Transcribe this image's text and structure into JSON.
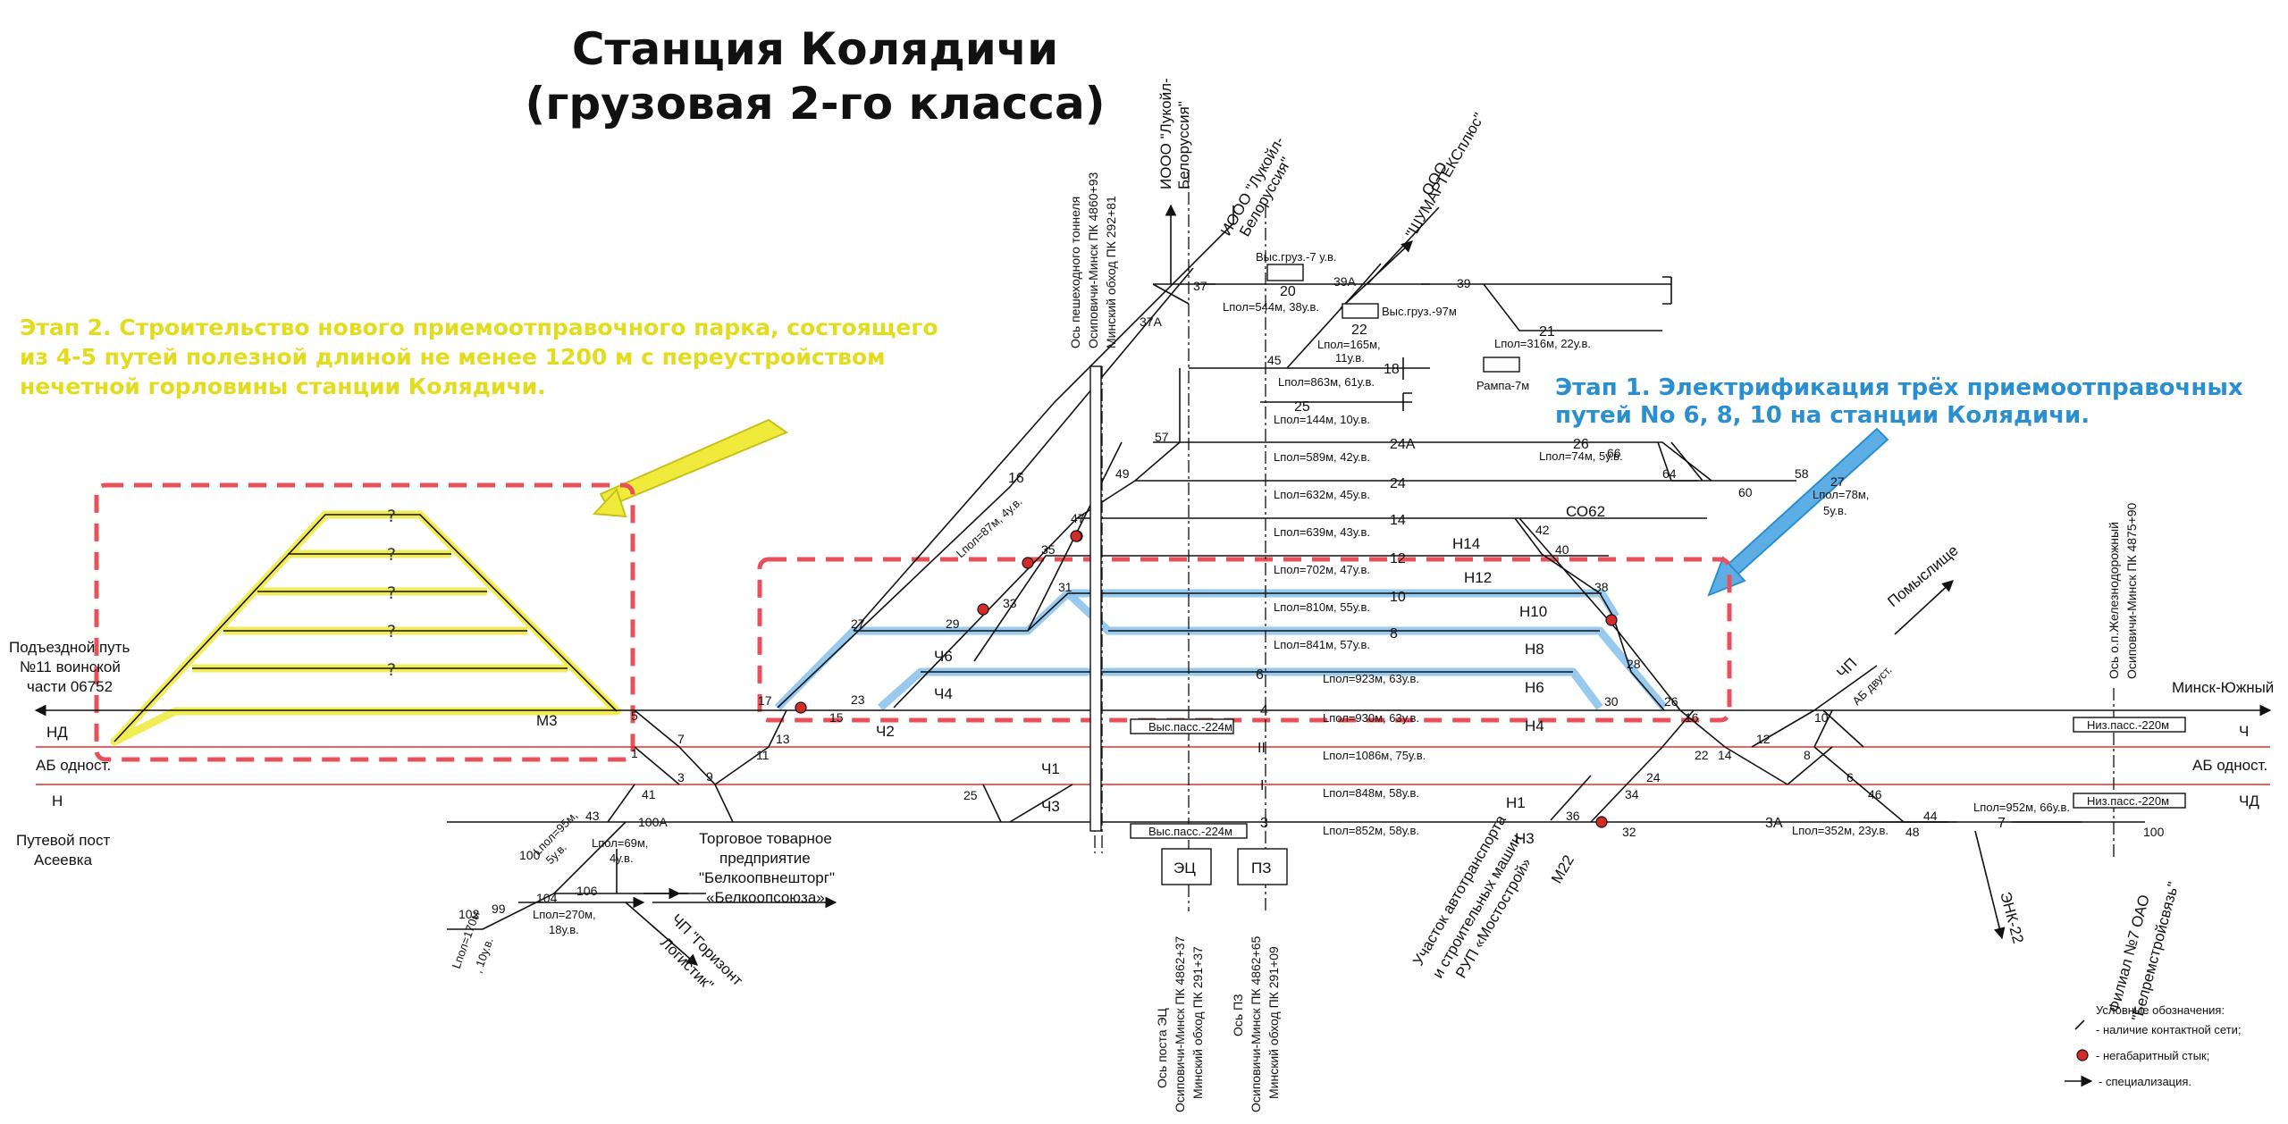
{
  "title": {
    "line1": "Станция Колядичи",
    "line2": "(грузовая 2-го класса)"
  },
  "stage2": {
    "lines": [
      "Этап 2. Строительство нового приемоотправочного парка, состоящего",
      "из 4-5 путей полезной длиной не менее 1200 м с переустройством",
      "нечетной горловины станции Колядичи."
    ],
    "color": "#e3dc1e",
    "new_tracks": [
      "?",
      "?",
      "?",
      "?",
      "?"
    ]
  },
  "stage1": {
    "lines": [
      "Этап 1. Электрификация трёх приемоотправочных",
      "путей No 6, 8, 10 на станции Колядичи."
    ],
    "color": "#2a8fd0"
  },
  "track_numbers": {
    "t20": "20",
    "t22": "22",
    "t18": "18",
    "t25": "25",
    "t24a": "24А",
    "t24": "24",
    "t14": "14",
    "t12": "12",
    "t10": "10",
    "t8": "8",
    "t6": "6",
    "t4": "4",
    "tII": "II",
    "tI": "I",
    "t3": "3",
    "t21": "21",
    "t26": "26",
    "t16": "16",
    "t3a": "3А",
    "t7": "7"
  },
  "track_lengths": {
    "t20": "Lпол=544м, 38у.в.",
    "t22": "Lпол=165м,",
    "t22b": "11у.в.",
    "t21": "Lпол=316м, 22у.в.",
    "t18": "Lпол=863м, 61у.в.",
    "t25": "Lпол=144м, 10у.в.",
    "t24a": "Lпол=589м, 42у.в.",
    "t26": "Lпол=74м, 5у.в.",
    "t24": "Lпол=632м, 45у.в.",
    "t27": "Lпол=78м,",
    "t27b": "5у.в.",
    "t14": "Lпол=639м, 43у.в.",
    "t12": "Lпол=702м, 47у.в.",
    "t10": "Lпол=810м, 55у.в.",
    "t8": "Lпол=841м, 57у.в.",
    "t6": "Lпол=923м, 63у.в.",
    "t4": "Lпол=930м, 63у.в.",
    "tI": "Lпол=1086м, 75у.в.",
    "tII": "Lпол=848м, 58у.в.",
    "t3": "Lпол=852м, 58у.в.",
    "t3a": "Lпол=352м, 23у.в.",
    "t7": "Lпол=952м, 66у.в.",
    "t16": "Lпол=87м, 4у.в.",
    "t100": "Lпол=95м,",
    "t100b": "5у.в.",
    "t100a": "Lпол=69м,",
    "t100ab": "4у.в.",
    "t104": "Lпол=270м,",
    "t104b": "18у.в.",
    "t102": "Lпол=170м",
    "t102b": ", 10у.в."
  },
  "switches": {
    "s37": "37",
    "s37a": "37А",
    "s39a": "39А",
    "s39": "39",
    "s45": "45",
    "s57": "57",
    "s49": "49",
    "s47": "47",
    "s35": "35",
    "s33": "33",
    "s29": "29",
    "s27": "27",
    "s31": "31",
    "s23": "23",
    "s17": "17",
    "s15": "15",
    "s13": "13",
    "s11": "11",
    "s9": "9",
    "s5": "5",
    "s7": "7",
    "s1": "1",
    "s3": "3",
    "s41": "41",
    "s43": "43",
    "s25": "25",
    "s66": "66",
    "s64": "64",
    "s58": "58",
    "s60": "60",
    "s27b": "27",
    "s42": "42",
    "s40": "40",
    "s38": "38",
    "s28": "28",
    "s30": "30",
    "s26": "26",
    "s16": "16",
    "s14": "14",
    "s22": "22",
    "s24": "24",
    "s34": "34",
    "s36": "36",
    "s32": "32",
    "s12": "12",
    "s10": "10",
    "s8": "8",
    "s6": "6",
    "s46": "46",
    "s44": "44",
    "s48": "48",
    "s100": "100",
    "s100a": "100А",
    "s104": "104",
    "s106": "106",
    "s102": "102",
    "s99": "99",
    "s100b": "100"
  },
  "signals": {
    "ch6": "Ч6",
    "ch4": "Ч4",
    "ch2": "Ч2",
    "ch1": "Ч1",
    "ch3": "Ч3",
    "n14": "Н14",
    "n12": "Н12",
    "n10": "Н10",
    "n8": "Н8",
    "n6": "Н6",
    "n4": "Н4",
    "n1": "Н1",
    "n3": "Н3",
    "m22": "М22",
    "m3": "М3",
    "nd": "НД",
    "n": "Н",
    "ch": "Ч",
    "chd": "ЧД",
    "co62": "СО62",
    "chp": "ЧП"
  },
  "directions": {
    "minsk": "Минск-Южный",
    "pomyslishche": "Помыслище",
    "ab_double": "АБ двуст.",
    "ab_single_left": "АБ одност.",
    "ab_single_right": "АБ одност.",
    "ench22": "ЭНК-22",
    "belkoop": "«Белкоопсоюза»"
  },
  "objects": {
    "siding_l1": "Подъездной путь",
    "siding_l2": "№11 воинской",
    "siding_l3": "части 06752",
    "post_l1": "Путевой пост",
    "post_l2": "Асеевка",
    "torg_l1": "Торговое товарное",
    "torg_l2": "предприятие",
    "torg_l3": "\"Белкоопвнешторг\"",
    "horizon_l1": "ЧП \"Горизонт",
    "horizon_l2": "Логистик\"",
    "auto_l1": "Участок автотранспорта",
    "auto_l2": "и строительных машин",
    "auto_l3": "РУП «Мостострой»",
    "filial_l1": "Филиал №7 ОАО",
    "filial_l2": "\"Белремстройсвязь\"",
    "lukoil_l1": "ИООО \"Лукойл-",
    "lukoil_l2": "Белоруссия\"",
    "lukoil2_l1": "ИООО \"Лукойл-",
    "lukoil2_l2": "Белоруссия\"",
    "shumar_l1": "ООО",
    "shumar_l2": "\"ШУМАРТЕКСплюс\"",
    "tunnel_l1": "Ось пешеходного тоннеля",
    "tunnel_l2": "Осиповичи-Минск ПК 4860+93",
    "tunnel_l3": "Минский обход ПК 292+81",
    "ec_l1": "Ось поста ЭЦ",
    "ec_l2": "Осиповичи-Минск ПК 4862+37",
    "ec_l3": "Минский обход ПК 291+37",
    "pz_l1": "Ось ПЗ",
    "pz_l2": "Осиповичи-Минск ПК 4862+65",
    "pz_l3": "Минский обход ПК 291+09",
    "stop_l1": "Ось о.п.Железнодорожный",
    "stop_l2": "Осиповичи-Минск ПК 4875+90",
    "ec": "ЭЦ",
    "pz": "ПЗ",
    "ramp": "Рампа-7м",
    "vys7": "Выс.груз.-7 у.в.",
    "vys97": "Выс.груз.-97м",
    "vyspass1": "Выс.пасс.-224м",
    "vyspass2": "Выс.пасс.-224м",
    "nizpass1": "Низ.пасс.-220м",
    "nizpass2": "Низ.пасс.-220м"
  },
  "legend": {
    "title": "Условные обозначения:",
    "catenary": "- наличие  контактной сети;",
    "joint": "- негабаритный стык;",
    "spec": "- специализация."
  },
  "colors": {
    "stage1_track": "#8cc4ec",
    "stage2_track": "#f0ea3a",
    "zone": "#e8505a",
    "main_line": "#e0302a",
    "joint": "#d42a2a"
  }
}
